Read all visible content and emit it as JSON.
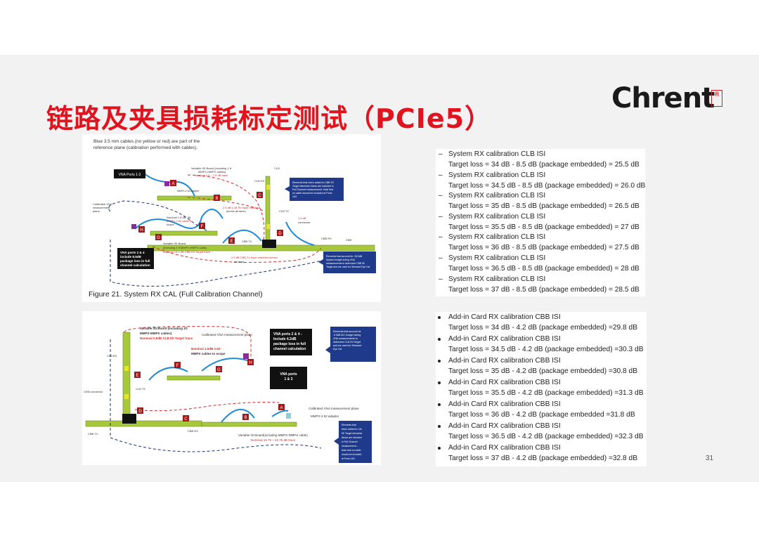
{
  "title": "链路及夹具损耗标定测试（PCIe5）",
  "logo": {
    "text": "Chrent",
    "mark": "晨"
  },
  "page_number": "31",
  "figure1": {
    "note": "Blue 3.5 mm cables (no yellow or red) are part of the reference plane (calibration performed with cables).",
    "caption": "Figure 21.   System RX CAL (Full Calibration Channel)",
    "labels": {
      "vna_ports_13": "VNA Ports 1-3",
      "variable_isi": "Variable ISI Board (including 1 ft",
      "mmpx_cables": "MMPX-MMPX cables)",
      "nominal_49": "Nominal 4.9 – 7.9 dB trace",
      "clb": "CLB",
      "clb_rx": "CLB RX",
      "mmpx_adapter": "MMPX-2.92 adapter",
      "calibrated_plane_1": "Calibrated VNA",
      "calibrated_plane_2": "measurement",
      "calibrated_plane_3": "plane",
      "trace_matched_1": "2.4 dB CLB Rx trace matched",
      "trace_matched_2": "across all lanes",
      "clb_tx": "CLB TX",
      "nominal_15_1": "Nominal 1.5 dB, 3ft,",
      "nominal_15_2": "MMPX-2.92 cable to",
      "nominal_15_3": "scope",
      "db_15": "1.5 dB",
      "connector": "connector",
      "cbb_rx": "CBB RX",
      "cbb": "CBB",
      "cbb_tx": "CBB TX",
      "var_isi_2_1": "Variable ISI Board",
      "var_isi_2_2": "(including 2 ft MMPX-MMPX cable)",
      "var_isi_2_3": "Nominal 13.0 dB CBB ISI Target trace",
      "cbb_tx_matched_1": "2.0 dB CBB-Tx trace matched across",
      "cbb_tx_matched_2": "all lanes",
      "vna_24_1": "VNA ports 2 & 4",
      "vna_24_2": "include 8.5dB",
      "vna_24_3": "package loss in full",
      "vna_24_4": "channel calculation",
      "callout1_1": "Elements that when added to CBB ISI",
      "callout1_2": "Target elements below are included in",
      "callout1_3": "Full Channel measurement. Note that",
      "callout1_4": "no cable should be included at Ports",
      "callout1_5": "1&3",
      "callout2_1": "Elements that account for -26.5dB",
      "callout2_2": "System budget during VNA",
      "callout2_3": "measurements to determine CBB ISI",
      "callout2_4": "Target and are used for Stressed Eye Cal",
      "box_a": "A",
      "box_b": "B",
      "box_c": "C",
      "box_d": "D",
      "box_e": "E",
      "box_f": "F",
      "box_g": "G",
      "box_h": "H"
    }
  },
  "figure2": {
    "labels": {
      "var_isi_1": "Variable ISI Board (including 1ft",
      "var_isi_2": "MMPX-MMPX cables)",
      "var_isi_3": "Nominal 2.5dB CLB ISI Target trace",
      "cal_plane": "Calibrated VNA measurement plane",
      "nominal_15_1": "Nominal 1.5dB 2.92-",
      "nominal_15_2": "MMPX cables to scope",
      "vna_24_1": "VNA ports 2 & 4 -",
      "vna_24_2": "Include 4.2dB",
      "vna_24_3": "package loss in full",
      "vna_24_4": "channel calculation",
      "vna_13_1": "VNA ports",
      "vna_13_2": "1 & 3",
      "clb_rx": "CLB RX",
      "clb_tx": "CLB TX",
      "cem": "CEM connector",
      "cbb_tx": "CBB TX",
      "cbb_rx": "CBB RX",
      "cal_plane_2": "Calibrated VNA measurement plane",
      "adapter": "MMPX-2.92 adapter",
      "var_isi_b_1": "Variable ISI Board(including MMPX-MMPX cable)",
      "var_isi_b_2": "Nominal 19.75 – 22.75 dB trace",
      "callout1_1": "Elements that account for",
      "callout1_2": "-9.5dB AIC budget during",
      "callout1_3": "VNA measurements to",
      "callout1_4": "determine CLB ISI Target",
      "callout1_5": "and are used for Stressed",
      "callout1_6": "Eye Cal",
      "callout2_1": "Elements that",
      "callout2_2": "when added to CAI",
      "callout2_3": "ISI Target elements",
      "callout2_4": "above are included",
      "callout2_5": "in Full Channel",
      "callout2_6": "measurement –",
      "callout2_7": "Note that no cable",
      "callout2_8": "should be included",
      "callout2_9": "at Ports 1&3",
      "box_a": "A",
      "box_b": "B",
      "box_c": "C",
      "box_d": "D",
      "box_e": "E",
      "box_f": "F",
      "box_g": "G",
      "box_h": "H"
    }
  },
  "system_rx_list": [
    {
      "heading": "System RX calibration CLB ISI",
      "target": "Target loss = 34 dB - 8.5 dB (package embedded) = 25.5 dB"
    },
    {
      "heading": "System RX calibration CLB ISI",
      "target": "Target loss = 34.5 dB - 8.5 dB (package embedded) = 26.0 dB"
    },
    {
      "heading": "System RX calibration CLB ISI",
      "target": "Target loss = 35 dB - 8.5 dB (package embedded) = 26.5 dB"
    },
    {
      "heading": "System RX calibration CLB ISI",
      "target": "Target loss = 35.5 dB - 8.5 dB (package embedded) = 27 dB"
    },
    {
      "heading": "System RX calibration CLB ISI",
      "target": "Target loss = 36 dB - 8.5 dB (package embedded) = 27.5 dB"
    },
    {
      "heading": "System RX calibration CLB ISI",
      "target": "Target loss = 36.5 dB - 8.5 dB (package embedded) = 28 dB"
    },
    {
      "heading": "System RX calibration CLB ISI",
      "target": "Target loss = 37 dB - 8.5 dB (package embedded) = 28.5 dB"
    }
  ],
  "addin_rx_list": [
    {
      "heading": "Add-in Card RX calibration CBB ISI",
      "target": "Target loss = 34 dB - 4.2 dB (package embedded) =29.8 dB"
    },
    {
      "heading": "Add-in Card RX calibration CBB ISI",
      "target": "Target loss = 34.5 dB - 4.2 dB (package embedded) =30.3 dB"
    },
    {
      "heading": "Add-in Card RX calibration CBB ISI",
      "target": "Target loss = 35 dB - 4.2 dB (package embedded) =30.8 dB"
    },
    {
      "heading": "Add-in Card RX calibration CBB ISI",
      "target": "Target loss = 35.5 dB - 4.2 dB (package embedded) =31.3 dB"
    },
    {
      "heading": "Add-in Card RX calibration CBB ISI",
      "target": "Target loss = 36 dB - 4.2 dB (package embedded =31.8 dB"
    },
    {
      "heading": "Add-in Card RX calibration CBB ISI",
      "target": "Target loss = 36.5 dB - 4.2 dB (package embedded) =32.3 dB"
    },
    {
      "heading": "Add-in Card RX calibration CBB ISI",
      "target": "Target loss = 37 dB - 4.2 dB (package embedded) =32.8 dB"
    }
  ]
}
